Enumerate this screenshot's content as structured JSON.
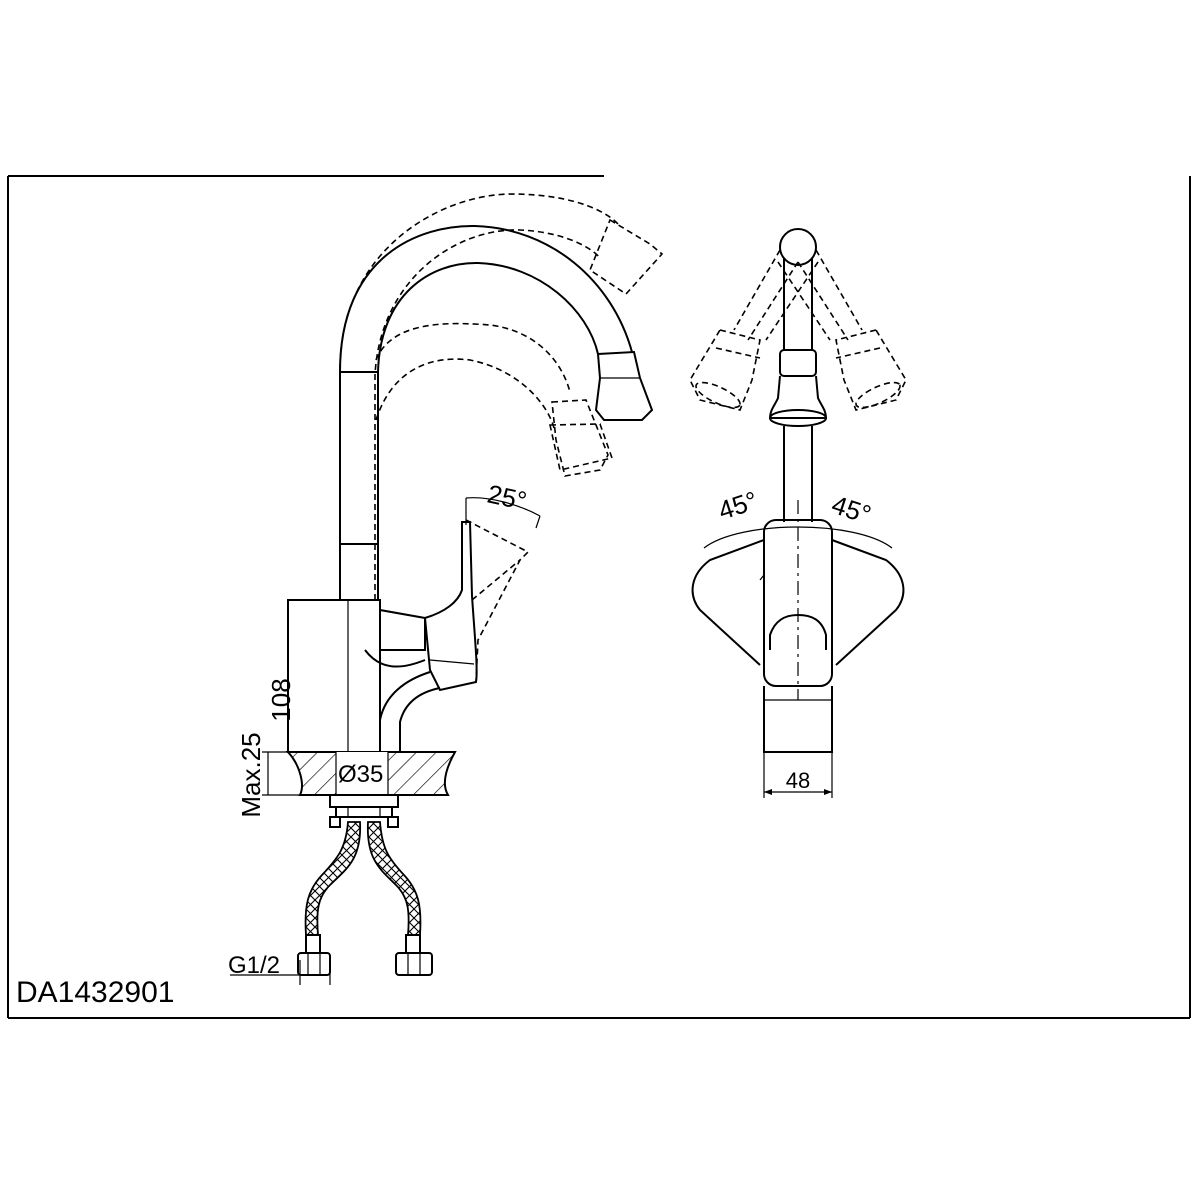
{
  "drawing": {
    "model_code": "DA1432901",
    "dimensions": {
      "spout_swing_angle": "25°",
      "handle_left_angle": "45°",
      "handle_right_angle": "45°",
      "body_height": "108",
      "max_deck_thickness": "Max.25",
      "mounting_hole_diameter": "Ø35",
      "base_width": "48",
      "connection_thread": "G1/2"
    }
  }
}
